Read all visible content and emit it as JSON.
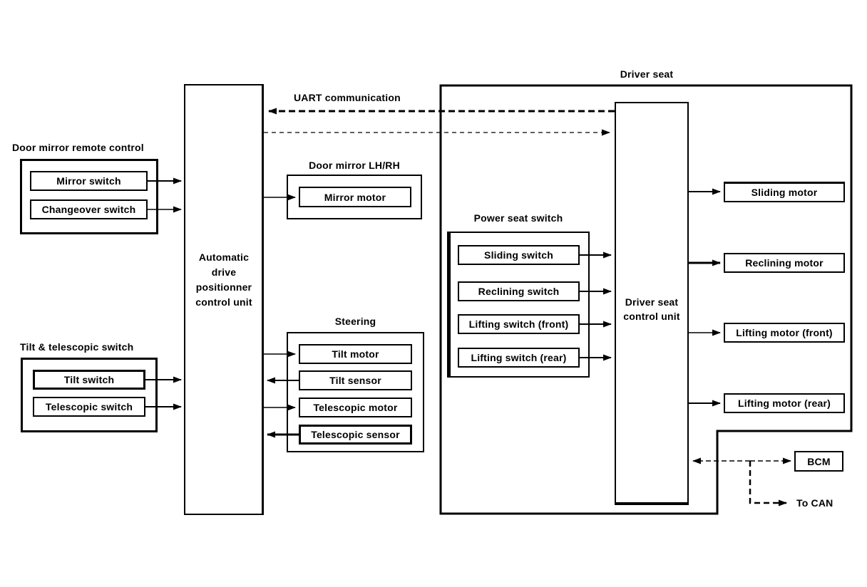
{
  "labels": {
    "driver_seat": "Driver seat",
    "uart": "UART communication",
    "door_mirror_remote": "Door mirror remote control",
    "door_mirror_lhrh": "Door mirror LH/RH",
    "power_seat_switch": "Power seat switch",
    "steering": "Steering",
    "tilt_telescopic": "Tilt & telescopic switch",
    "to_can": "To CAN"
  },
  "units": {
    "adp": "Automatic\ndrive\npositionner\ncontrol unit",
    "seat": "Driver seat\ncontrol unit"
  },
  "boxes": {
    "mirror_switch": "Mirror switch",
    "changeover_switch": "Changeover switch",
    "tilt_switch": "Tilt switch",
    "telescopic_switch": "Telescopic switch",
    "mirror_motor": "Mirror motor",
    "tilt_motor": "Tilt motor",
    "tilt_sensor": "Tilt sensor",
    "telescopic_motor": "Telescopic motor",
    "telescopic_sensor": "Telescopic sensor",
    "sliding_switch": "Sliding switch",
    "reclining_switch": "Reclining switch",
    "lifting_switch_front": "Lifting switch (front)",
    "lifting_switch_rear": "Lifting switch (rear)",
    "sliding_motor": "Sliding motor",
    "reclining_motor": "Reclining motor",
    "lifting_motor_front": "Lifting motor (front)",
    "lifting_motor_rear": "Lifting motor (rear)",
    "bcm": "BCM"
  },
  "colors": {
    "line": "#000000",
    "background": "#ffffff"
  }
}
